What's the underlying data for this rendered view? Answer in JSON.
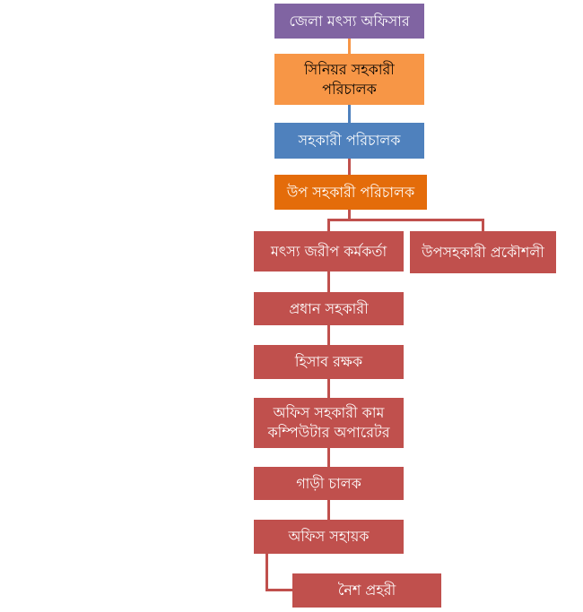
{
  "nodes": {
    "district_fisheries_officer": "জেলা মৎস্য অফিসার",
    "senior_assistant_director": "সিনিয়র সহকারী পরিচালক",
    "assistant_director": "সহকারী পরিচালক",
    "deputy_assistant_director": "উপ সহকারী পরিচালক",
    "fisheries_survey_officer": "মৎস্য জরীপ কর্মকর্তা",
    "sub_assistant_engineer": "উপসহকারী প্রকৌশলী",
    "head_assistant": "প্রধান সহকারী",
    "accountant": "হিসাব রক্ষক",
    "office_assistant_computer_operator": "অফিস সহকারী কাম কম্পিউটার অপারেটর",
    "driver": "গাড়ী চালক",
    "office_helper": "অফিস সহায়ক",
    "night_guard": "নৈশ প্রহরী"
  },
  "colors": {
    "purple": "#8064a2",
    "orange_light": "#f79646",
    "blue": "#4f81bd",
    "orange": "#e46c0a",
    "red": "#c0504d"
  }
}
